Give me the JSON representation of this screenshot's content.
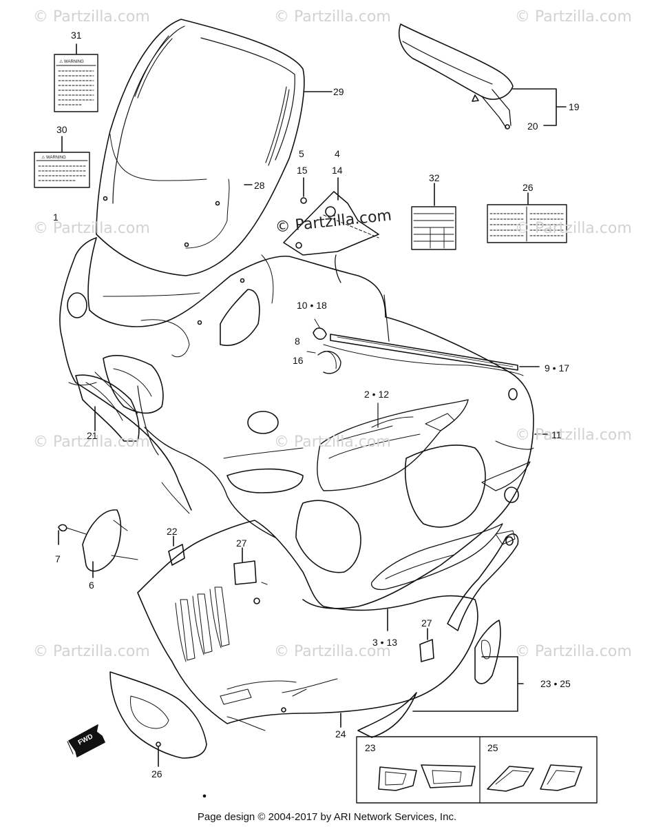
{
  "watermarks": {
    "brand": "© Partzilla.com",
    "center": "© Partzilla.com"
  },
  "decals": {
    "warning_text": "⚠ WARNING",
    "warning_text_2": "⚠ WARNING"
  },
  "fwd_label": "FWD",
  "footer": "Page design © 2004-2017 by ARI Network Services, Inc.",
  "callouts": {
    "c31": "31",
    "c30": "30",
    "c29": "29",
    "c28": "28",
    "c1": "1",
    "c5": "5",
    "c15": "15",
    "c4": "4",
    "c14": "14",
    "c19": "19",
    "c20": "20",
    "c32": "32",
    "c26a": "26",
    "c10_18": "10 • 18",
    "c8": "8",
    "c16": "16",
    "c9_17": "9 • 17",
    "c2_12": "2 • 12",
    "c11": "11",
    "c21": "21",
    "c22": "22",
    "c27a": "27",
    "c7": "7",
    "c6": "6",
    "c3_13": "3 • 13",
    "c27b": "27",
    "c23_25": "23 • 25",
    "c24": "24",
    "c26b": "26",
    "inset_23": "23",
    "inset_25": "25"
  }
}
